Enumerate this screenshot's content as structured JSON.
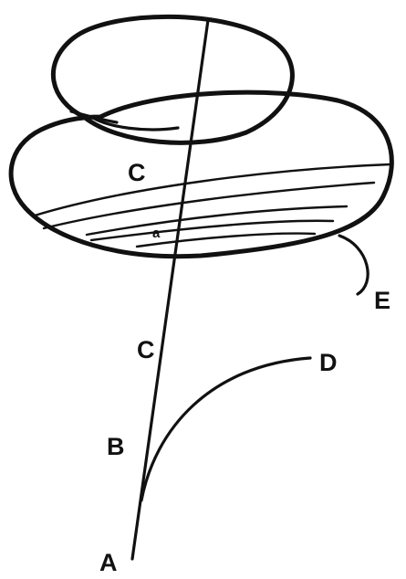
{
  "labels": {
    "a": "A",
    "b": "B",
    "c_stem": "C",
    "c_disc": "C",
    "d": "D",
    "e": "E",
    "small_a": "a"
  },
  "colors": {
    "ink": "#111111",
    "paper": "#ffffff"
  }
}
